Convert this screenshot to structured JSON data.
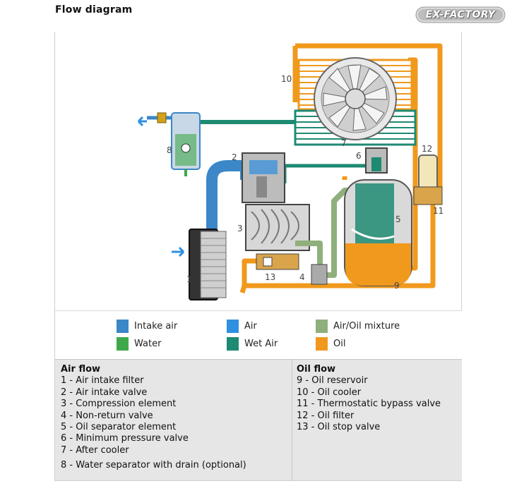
{
  "page": {
    "title": "Flow diagram",
    "logo_text": "EX-FACTORY"
  },
  "colors": {
    "intake_air": "#3b87c8",
    "air": "#2f8fe0",
    "air_oil_mixture": "#8fb07c",
    "water": "#3fa84a",
    "wet_air": "#1e8a72",
    "oil": "#f0991c"
  },
  "diagram": {
    "numbers": [
      "1",
      "2",
      "3",
      "4",
      "5",
      "6",
      "7",
      "8",
      "9",
      "10",
      "11",
      "12",
      "13"
    ]
  },
  "legend": [
    {
      "label": "Intake air",
      "color": "#3b87c8"
    },
    {
      "label": "Air",
      "color": "#2f8fe0"
    },
    {
      "label": "Air/Oil mixture",
      "color": "#8fb07c"
    },
    {
      "label": "Water",
      "color": "#3fa84a"
    },
    {
      "label": "Wet Air",
      "color": "#1e8a72"
    },
    {
      "label": "Oil",
      "color": "#f0991c"
    }
  ],
  "air_flow": {
    "heading": "Air flow",
    "items": [
      "1 - Air intake filter",
      "2 - Air intake valve",
      "3 - Compression element",
      "4 - Non-return valve",
      "5 - Oil separator element",
      "6 - Minimum pressure valve",
      "7 - After cooler",
      "8 - Water separator with drain (optional)"
    ]
  },
  "oil_flow": {
    "heading": "Oil flow",
    "items": [
      "9 - Oil reservoir",
      "10 - Oil cooler",
      "11 - Thermostatic bypass valve",
      "12 - Oil filter",
      "13 - Oil stop valve"
    ]
  }
}
